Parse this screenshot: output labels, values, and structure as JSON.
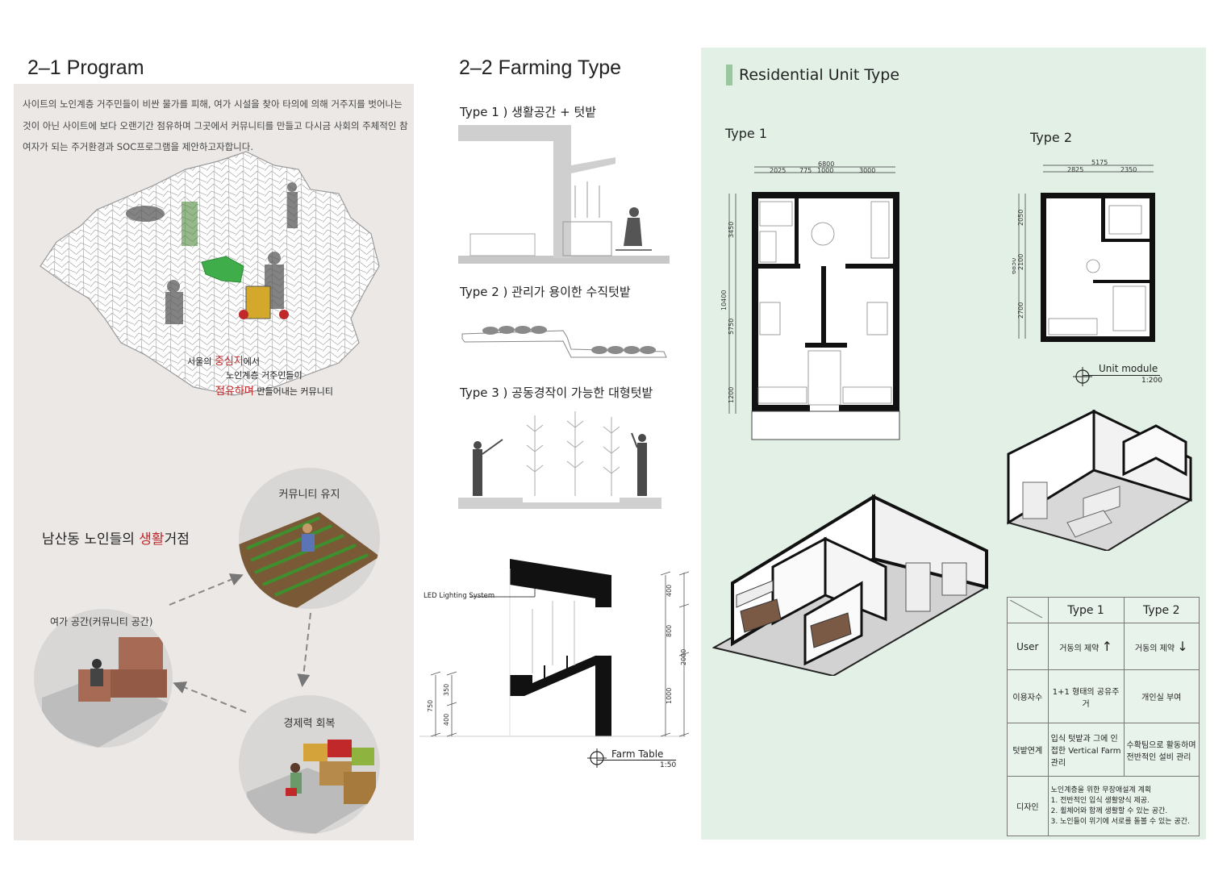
{
  "program": {
    "heading": "2–1 Program",
    "intro": "사이트의 노인계층 거주민들이 비싼 물가를 피해, 여가 시설을 찾아 타의에 의해 거주지를 벗어나는 것이 아닌 사이트에 보다 오랜기간 점유하며 그곳에서 커뮤니티를 만들고 다시금 사회의 주체적인 참여자가 되는 주거환경과 SOC프로그램을 제안하고자합니다.",
    "map_caption": {
      "line1_a": "서울의 ",
      "line1_b": "중심지",
      "line1_c": "에서",
      "line2": "노인계층 거주민들이",
      "line3_a": "점유하며",
      "line3_b": " 만들어내는 커뮤니티"
    },
    "base_title_a": "남산동 노인들의 ",
    "base_title_b": "생활",
    "base_title_c": "거점",
    "circles": {
      "community": "커뮤니티 유지",
      "leisure": "여가 공간(커뮤니티 공간)",
      "economy": "경제력 회복"
    }
  },
  "farming": {
    "heading": "2–2 Farming Type",
    "type1": "Type 1 ) 생활공간 + 텃밭",
    "type2": "Type 2 ) 관리가 용이한 수직텃밭",
    "type3": "Type 3 ) 공동경작이 가능한 대형텃밭",
    "led_label": "LED Lighting System",
    "farm_table": "Farm Table",
    "farm_scale": "1:50",
    "dims": {
      "d400": "400",
      "d800": "800",
      "d2000": "2000",
      "d1000": "1000",
      "d350": "350",
      "d750": "750",
      "d400b": "400"
    }
  },
  "unit": {
    "title": "Residential Unit Type",
    "type1": "Type 1",
    "type2": "Type 2",
    "module": "Unit module",
    "module_scale": "1:200",
    "t1_dims": {
      "total": "6800",
      "a": "2025",
      "b": "775",
      "c": "1000",
      "d": "3000",
      "v_total": "10400",
      "v1": "3450",
      "v2": "5750",
      "v3": "1200"
    },
    "t2_dims": {
      "total": "5175",
      "a": "2825",
      "b": "2350",
      "v_total": "6850",
      "v1": "2050",
      "v2": "2100",
      "v3": "2700"
    },
    "table": {
      "col1": "Type 1",
      "col2": "Type 2",
      "rows": [
        {
          "head": "User",
          "t1": "거동의 제약",
          "t2": "거동의 제약"
        },
        {
          "head": "이용자수",
          "t1": "1+1 형태의 공유주거",
          "t2": "개인실 부여"
        },
        {
          "head": "텃밭연계",
          "t1": "입식 텃밭과 그에 인접한 Vertical Farm 관리",
          "t2": "수확팀으로 활동하며 전반적인 설비 관리"
        }
      ],
      "design_head": "디자인",
      "design_lines": [
        "노인계층을 위한 무장애설계 계획",
        "1. 전반적인 입식 생활양식 제공.",
        "2. 휠체어와 함께 생활할 수 있는 공간.",
        "3. 노인들이 위기에 서로를 돌볼 수 있는 공간."
      ]
    }
  },
  "colors": {
    "accent_red": "#c0282a",
    "green_panel": "#e2f0e6",
    "gray_panel": "#ece8e6",
    "map_green": "#3fae4a"
  }
}
